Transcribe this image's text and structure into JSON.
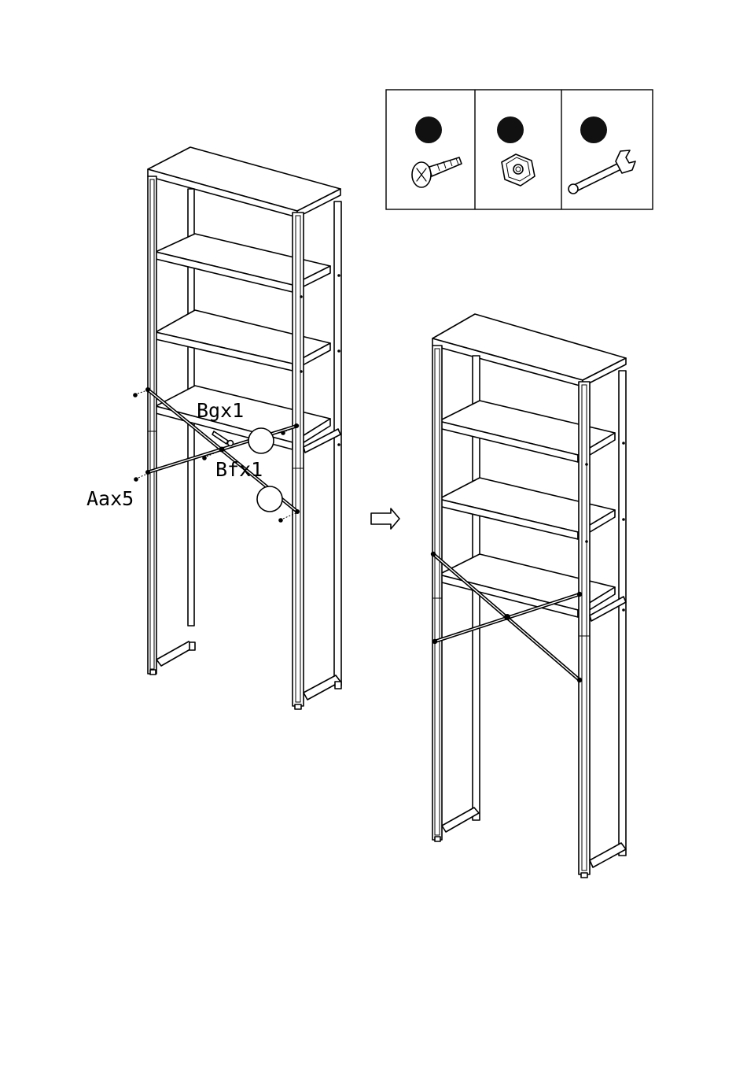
{
  "parts_box": {
    "items": [
      {
        "id": "A",
        "icon": "screw-icon"
      },
      {
        "id": "B",
        "icon": "nut-icon"
      },
      {
        "id": "C",
        "icon": "wrench-icon"
      }
    ]
  },
  "callouts": {
    "bolts": "Aax5",
    "ring_hook": "Bgx1",
    "cross_nut": "Bfx1"
  },
  "colors": {
    "line": "#000000",
    "background": "#ffffff"
  }
}
